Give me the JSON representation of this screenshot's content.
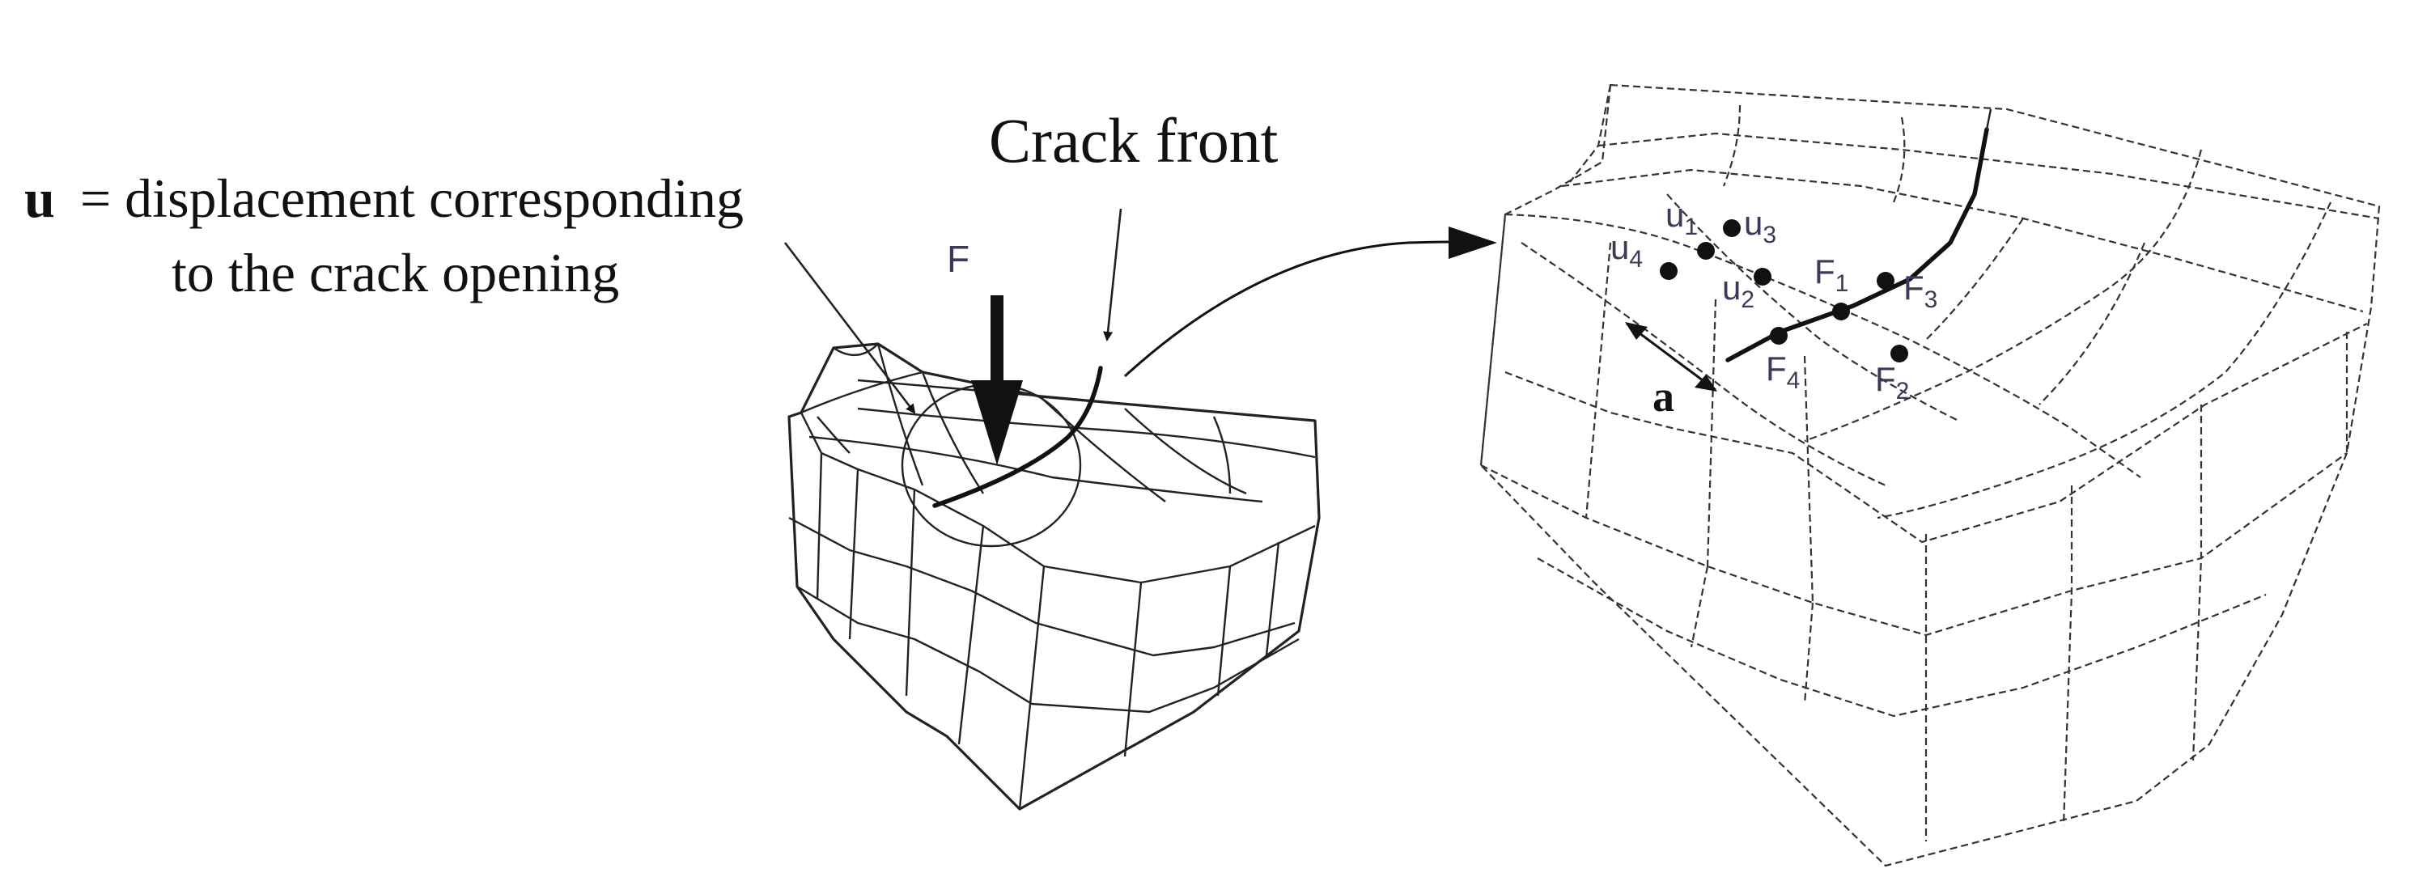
{
  "annotations": {
    "u_symbol": "u",
    "u_definition_line1": "= displacement corresponding",
    "u_definition_line2": "to the crack opening",
    "crack_front": "Crack front",
    "force": "F",
    "crack_length": "a"
  },
  "nodes": {
    "u1": {
      "base": "u",
      "sub": "1"
    },
    "u2": {
      "base": "u",
      "sub": "2"
    },
    "u3": {
      "base": "u",
      "sub": "3"
    },
    "u4": {
      "base": "u",
      "sub": "4"
    },
    "F1": {
      "base": "F",
      "sub": "1"
    },
    "F2": {
      "base": "F",
      "sub": "2"
    },
    "F3": {
      "base": "F",
      "sub": "3"
    },
    "F4": {
      "base": "F",
      "sub": "4"
    }
  },
  "colors": {
    "line": "#222222",
    "node_label": "#3a3a5a",
    "background": "#ffffff"
  }
}
